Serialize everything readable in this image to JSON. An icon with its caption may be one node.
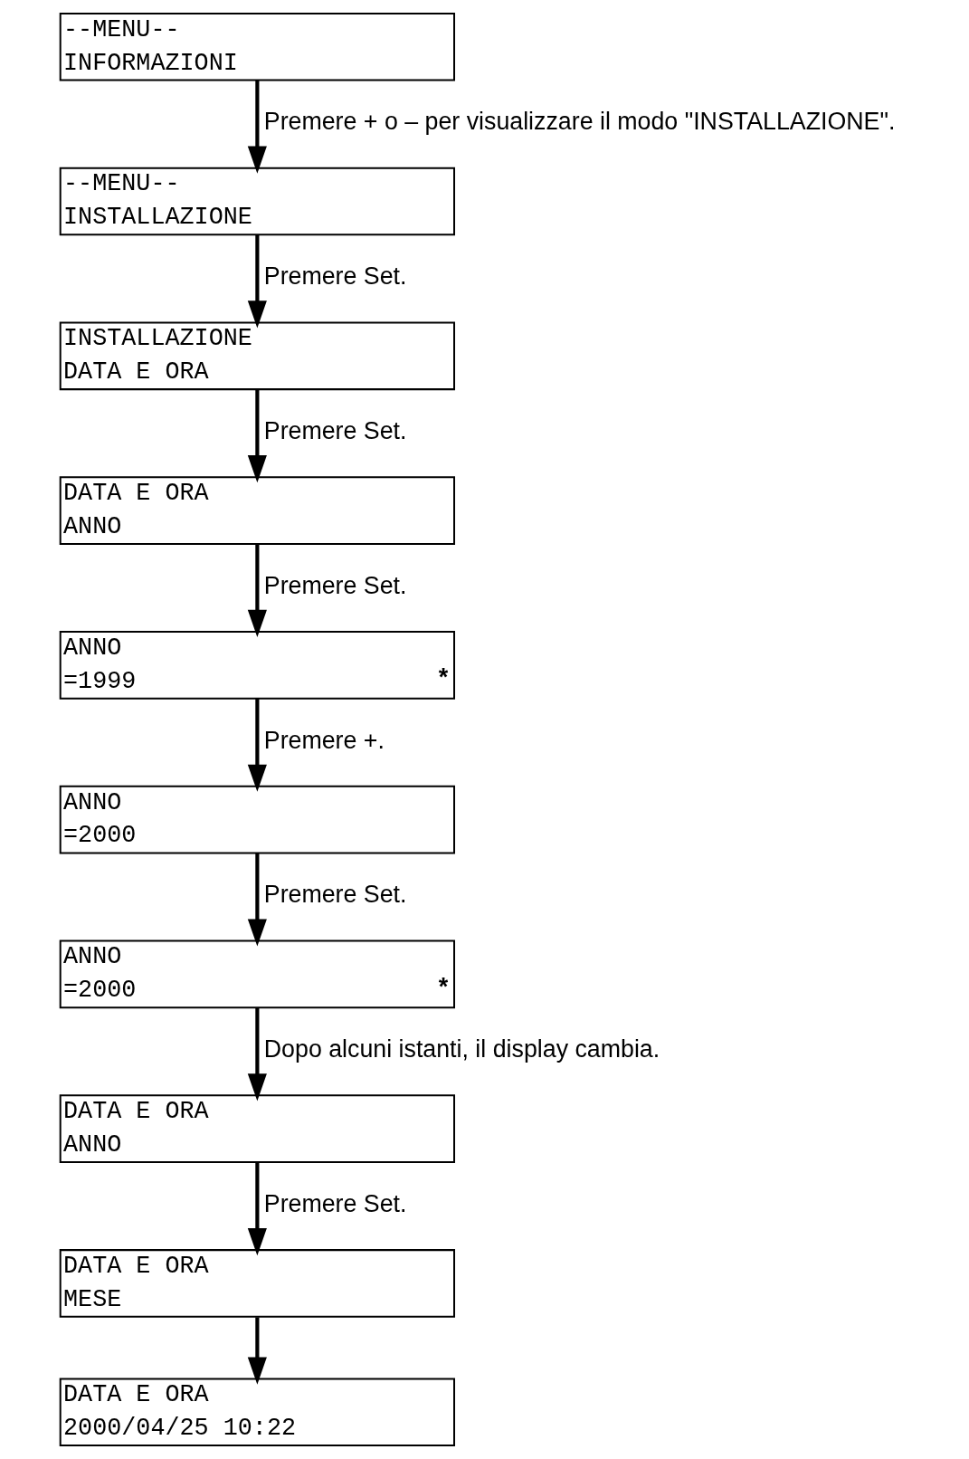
{
  "diagram": {
    "nodes": [
      {
        "text": [
          "--MENU--",
          "INFORMAZIONI"
        ]
      },
      {
        "text": [
          "--MENU--",
          "INSTALLAZIONE"
        ]
      },
      {
        "text": [
          "INSTALLAZIONE",
          "DATA E ORA"
        ]
      },
      {
        "text": [
          "DATA E ORA",
          "ANNO"
        ]
      },
      {
        "text": [
          "ANNO",
          "=1999",
          "*"
        ]
      },
      {
        "text": [
          "ANNO",
          "=2000"
        ]
      },
      {
        "text": [
          "ANNO",
          "=2000",
          "*"
        ]
      },
      {
        "text": [
          "DATA E ORA",
          "ANNO"
        ]
      },
      {
        "text": [
          "DATA E ORA",
          "MESE"
        ]
      },
      {
        "text": [
          "DATA E ORA",
          "2000/04/25 10:22"
        ]
      }
    ],
    "edges": [
      {
        "from": 0,
        "to": 1,
        "arrow": "to",
        "label": "Premere + o – per visualizzare il modo \"INSTALLAZIONE\"."
      },
      {
        "from": 1,
        "to": 2,
        "arrow": "to",
        "label": "Premere Set."
      },
      {
        "from": 2,
        "to": 3,
        "arrow": "to",
        "label": "Premere Set."
      },
      {
        "from": 3,
        "to": 4,
        "arrow": "to",
        "label": "Premere Set."
      },
      {
        "from": 4,
        "to": 5,
        "arrow": "to",
        "label": "Premere +."
      },
      {
        "from": 5,
        "to": 6,
        "arrow": "to",
        "label": "Premere Set."
      },
      {
        "from": 6,
        "to": 7,
        "arrow": "to",
        "label": "Dopo alcuni istanti, il display cambia."
      },
      {
        "from": 7,
        "to": 8,
        "arrow": "to",
        "label": "Premere Set."
      },
      {
        "from": 8,
        "to": 9,
        "arrow": "to"
      }
    ]
  }
}
